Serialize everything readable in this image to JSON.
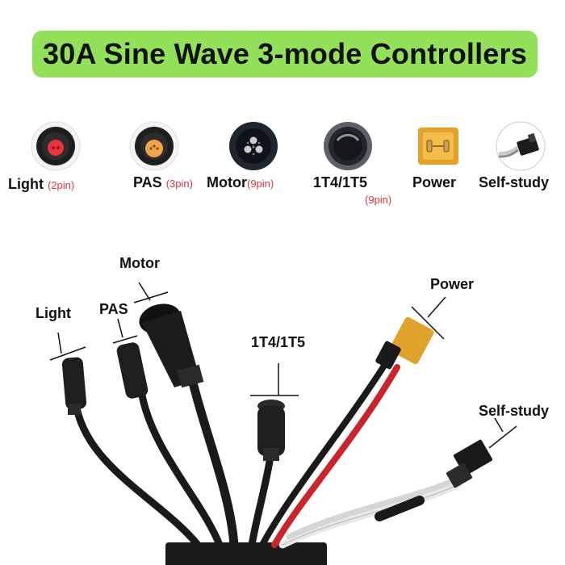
{
  "title": "30A Sine Wave 3-mode Controllers",
  "connectors": [
    {
      "name": "Light",
      "pins": "(2pin)",
      "icon": "light-connector-icon"
    },
    {
      "name": "PAS",
      "pins": "(3pin)",
      "icon": "pas-connector-icon"
    },
    {
      "name": "Motor",
      "pins": "(9pin)",
      "icon": "motor-connector-icon"
    },
    {
      "name": "1T4/1T5",
      "pins": "(9pin)",
      "icon": "display-connector-icon"
    },
    {
      "name": "Power",
      "pins": "",
      "icon": "power-connector-icon"
    },
    {
      "name": "Self-study",
      "pins": "",
      "icon": "self-study-connector-icon"
    }
  ],
  "callouts": {
    "motor": "Motor",
    "light": "Light",
    "pas": "PAS",
    "display": "1T4/1T5",
    "power": "Power",
    "self_study": "Self-study"
  },
  "colors": {
    "banner": "#93e05a",
    "pin_text": "#d9363e",
    "cable": "#1a1a1a",
    "power_connector": "#e0a22a",
    "pas_insert": "#f0a44a",
    "light_insert": "#e8323c"
  }
}
